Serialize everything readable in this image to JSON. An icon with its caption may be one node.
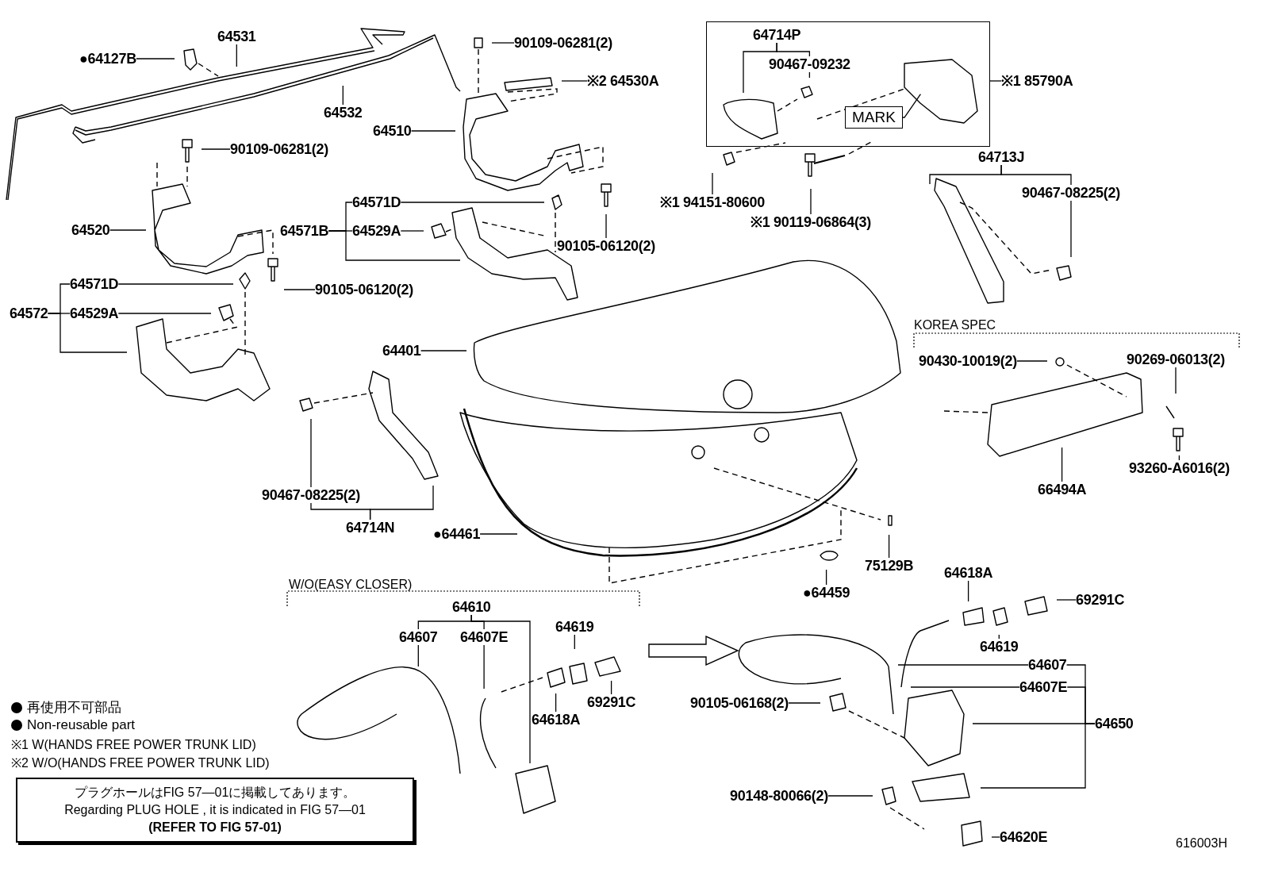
{
  "diagram": {
    "nodes": [
      {
        "text": [
          "●64127B"
        ]
      },
      {
        "text": [
          "64531"
        ]
      },
      {
        "text": [
          "64532"
        ]
      },
      {
        "text": [
          "90109-06281(2)"
        ]
      },
      {
        "text": [
          "※2 64530A"
        ]
      },
      {
        "text": [
          "64510"
        ]
      },
      {
        "text": [
          "90109-06281(2)"
        ]
      },
      {
        "text": [
          "64520"
        ]
      },
      {
        "text": [
          "64571D"
        ]
      },
      {
        "text": [
          "64571B"
        ]
      },
      {
        "text": [
          "64529A"
        ]
      },
      {
        "text": [
          "90105-06120(2)"
        ]
      },
      {
        "text": [
          "90105-06120(2)"
        ]
      },
      {
        "text": [
          "64571D"
        ]
      },
      {
        "text": [
          "64572"
        ]
      },
      {
        "text": [
          "64529A"
        ]
      },
      {
        "text": [
          "64401"
        ]
      },
      {
        "text": [
          "90467-08225(2)"
        ]
      },
      {
        "text": [
          "64714N"
        ]
      },
      {
        "text": [
          "●64461"
        ]
      },
      {
        "text": [],
        "shape": "box"
      },
      {
        "text": [
          "64714P"
        ],
        "in": 20
      },
      {
        "text": [
          "90467-09232"
        ],
        "in": 20
      },
      {
        "text": [
          "MARK"
        ],
        "in": 20
      },
      {
        "text": [
          "※1 85790A"
        ]
      },
      {
        "text": [
          "※1 94151-80600"
        ]
      },
      {
        "text": [
          "※1 90119-06864(3)"
        ]
      },
      {
        "text": [
          "64713J"
        ]
      },
      {
        "text": [
          "90467-08225(2)"
        ]
      },
      {
        "text": [
          "90430-10019(2)"
        ]
      },
      {
        "text": [
          "90269-06013(2)"
        ]
      },
      {
        "text": [
          "66494A"
        ]
      },
      {
        "text": [
          "93260-A6016(2)"
        ]
      },
      {
        "text": [
          "75129B"
        ]
      },
      {
        "text": [
          "●64459"
        ]
      },
      {
        "text": [
          "64610"
        ]
      },
      {
        "text": [
          "64607"
        ]
      },
      {
        "text": [
          "64607E"
        ]
      },
      {
        "text": [
          "64619"
        ]
      },
      {
        "text": [
          "64618A"
        ]
      },
      {
        "text": [
          "69291C"
        ]
      },
      {
        "text": [
          "64618A"
        ]
      },
      {
        "text": [
          "69291C"
        ]
      },
      {
        "text": [
          "64619"
        ]
      },
      {
        "text": [
          "64607"
        ]
      },
      {
        "text": [
          "64607E"
        ]
      },
      {
        "text": [
          "90105-06168(2)"
        ]
      },
      {
        "text": [
          "64650"
        ]
      },
      {
        "text": [
          "90148-80066(2)"
        ]
      },
      {
        "text": [
          "64620E"
        ]
      },
      {
        "text": [
          "プラグホールはFIG 57—01に掲載してあります。",
          "Regarding PLUG HOLE , it is indicated in FIG 57—01",
          "(REFER TO FIG 57-01)"
        ]
      }
    ],
    "edges": [
      {
        "from": 0,
        "to": null,
        "arrow": "none"
      },
      {
        "from": 1,
        "to": null,
        "arrow": "none"
      },
      {
        "from": 2,
        "to": null,
        "arrow": "none"
      },
      {
        "from": 3,
        "to": null,
        "arrow": "none"
      },
      {
        "from": 4,
        "to": null,
        "arrow": "none"
      },
      {
        "from": 5,
        "to": null,
        "arrow": "none"
      },
      {
        "from": 6,
        "to": null,
        "arrow": "none"
      },
      {
        "from": 7,
        "to": null,
        "arrow": "none"
      },
      {
        "from": 8,
        "to": null,
        "arrow": "none"
      },
      {
        "from": 9,
        "to": 8,
        "arrow": "none"
      },
      {
        "from": 9,
        "to": 10,
        "arrow": "none"
      },
      {
        "from": 9,
        "to": null,
        "arrow": "none"
      },
      {
        "from": 10,
        "to": null,
        "arrow": "none"
      },
      {
        "from": 11,
        "to": null,
        "arrow": "none"
      },
      {
        "from": 12,
        "to": null,
        "arrow": "none"
      },
      {
        "from": 13,
        "to": null,
        "arrow": "none"
      },
      {
        "from": 14,
        "to": 13,
        "arrow": "none"
      },
      {
        "from": 14,
        "to": 15,
        "arrow": "none"
      },
      {
        "from": 14,
        "to": null,
        "arrow": "none"
      },
      {
        "from": 15,
        "to": null,
        "arrow": "none"
      },
      {
        "from": 16,
        "to": null,
        "arrow": "none"
      },
      {
        "from": 17,
        "to": null,
        "arrow": "none"
      },
      {
        "from": 18,
        "to": 17,
        "arrow": "none"
      },
      {
        "from": 18,
        "to": null,
        "arrow": "none"
      },
      {
        "from": 19,
        "to": null,
        "arrow": "none"
      },
      {
        "from": 21,
        "to": 22,
        "arrow": "none"
      },
      {
        "from": 21,
        "to": null,
        "arrow": "none"
      },
      {
        "from": 22,
        "to": null,
        "arrow": "none"
      },
      {
        "from": 23,
        "to": null,
        "arrow": "none"
      },
      {
        "from": 24,
        "to": 20,
        "arrow": "none"
      },
      {
        "from": 25,
        "to": null,
        "arrow": "none"
      },
      {
        "from": 26,
        "to": null,
        "arrow": "none"
      },
      {
        "from": 27,
        "to": 28,
        "arrow": "none"
      },
      {
        "from": 27,
        "to": null,
        "arrow": "none"
      },
      {
        "from": 28,
        "to": null,
        "arrow": "none"
      },
      {
        "from": 29,
        "to": null,
        "arrow": "none"
      },
      {
        "from": 30,
        "to": null,
        "arrow": "none"
      },
      {
        "from": 31,
        "to": null,
        "arrow": "none"
      },
      {
        "from": 32,
        "to": null,
        "arrow": "none"
      },
      {
        "from": 33,
        "to": null,
        "arrow": "none"
      },
      {
        "from": 34,
        "to": null,
        "arrow": "none"
      },
      {
        "from": 35,
        "to": 36,
        "arrow": "none"
      },
      {
        "from": 35,
        "to": 37,
        "arrow": "none"
      },
      {
        "from": 35,
        "to": null,
        "arrow": "none"
      },
      {
        "from": 36,
        "to": null,
        "arrow": "none"
      },
      {
        "from": 37,
        "to": null,
        "arrow": "none"
      },
      {
        "from": 38,
        "to": null,
        "arrow": "none"
      },
      {
        "from": 39,
        "to": null,
        "arrow": "none"
      },
      {
        "from": 40,
        "to": null,
        "arrow": "none"
      },
      {
        "from": 41,
        "to": null,
        "arrow": "none"
      },
      {
        "from": 42,
        "to": null,
        "arrow": "none"
      },
      {
        "from": 43,
        "to": null,
        "arrow": "none"
      },
      {
        "from": 44,
        "to": null,
        "arrow": "none"
      },
      {
        "from": 45,
        "to": null,
        "arrow": "none"
      },
      {
        "from": 46,
        "to": null,
        "arrow": "none"
      },
      {
        "from": 47,
        "to": 44,
        "arrow": "none"
      },
      {
        "from": 47,
        "to": 45,
        "arrow": "none"
      },
      {
        "from": 47,
        "to": null,
        "arrow": "none"
      },
      {
        "from": 47,
        "to": null,
        "arrow": "none"
      },
      {
        "from": 48,
        "to": null,
        "arrow": "none"
      },
      {
        "from": 49,
        "to": null,
        "arrow": "none"
      }
    ],
    "labels": [
      "KOREA SPEC",
      "W/O(EASY CLOSER)",
      "※1 W(HANDS FREE POWER TRUNK LID)",
      "※2 W/O(HANDS FREE POWER TRUNK LID)",
      "616003H"
    ],
    "legend": [
      {
        "text": "再使用不可部品"
      },
      {
        "text": "Non-reusable part"
      }
    ]
  }
}
